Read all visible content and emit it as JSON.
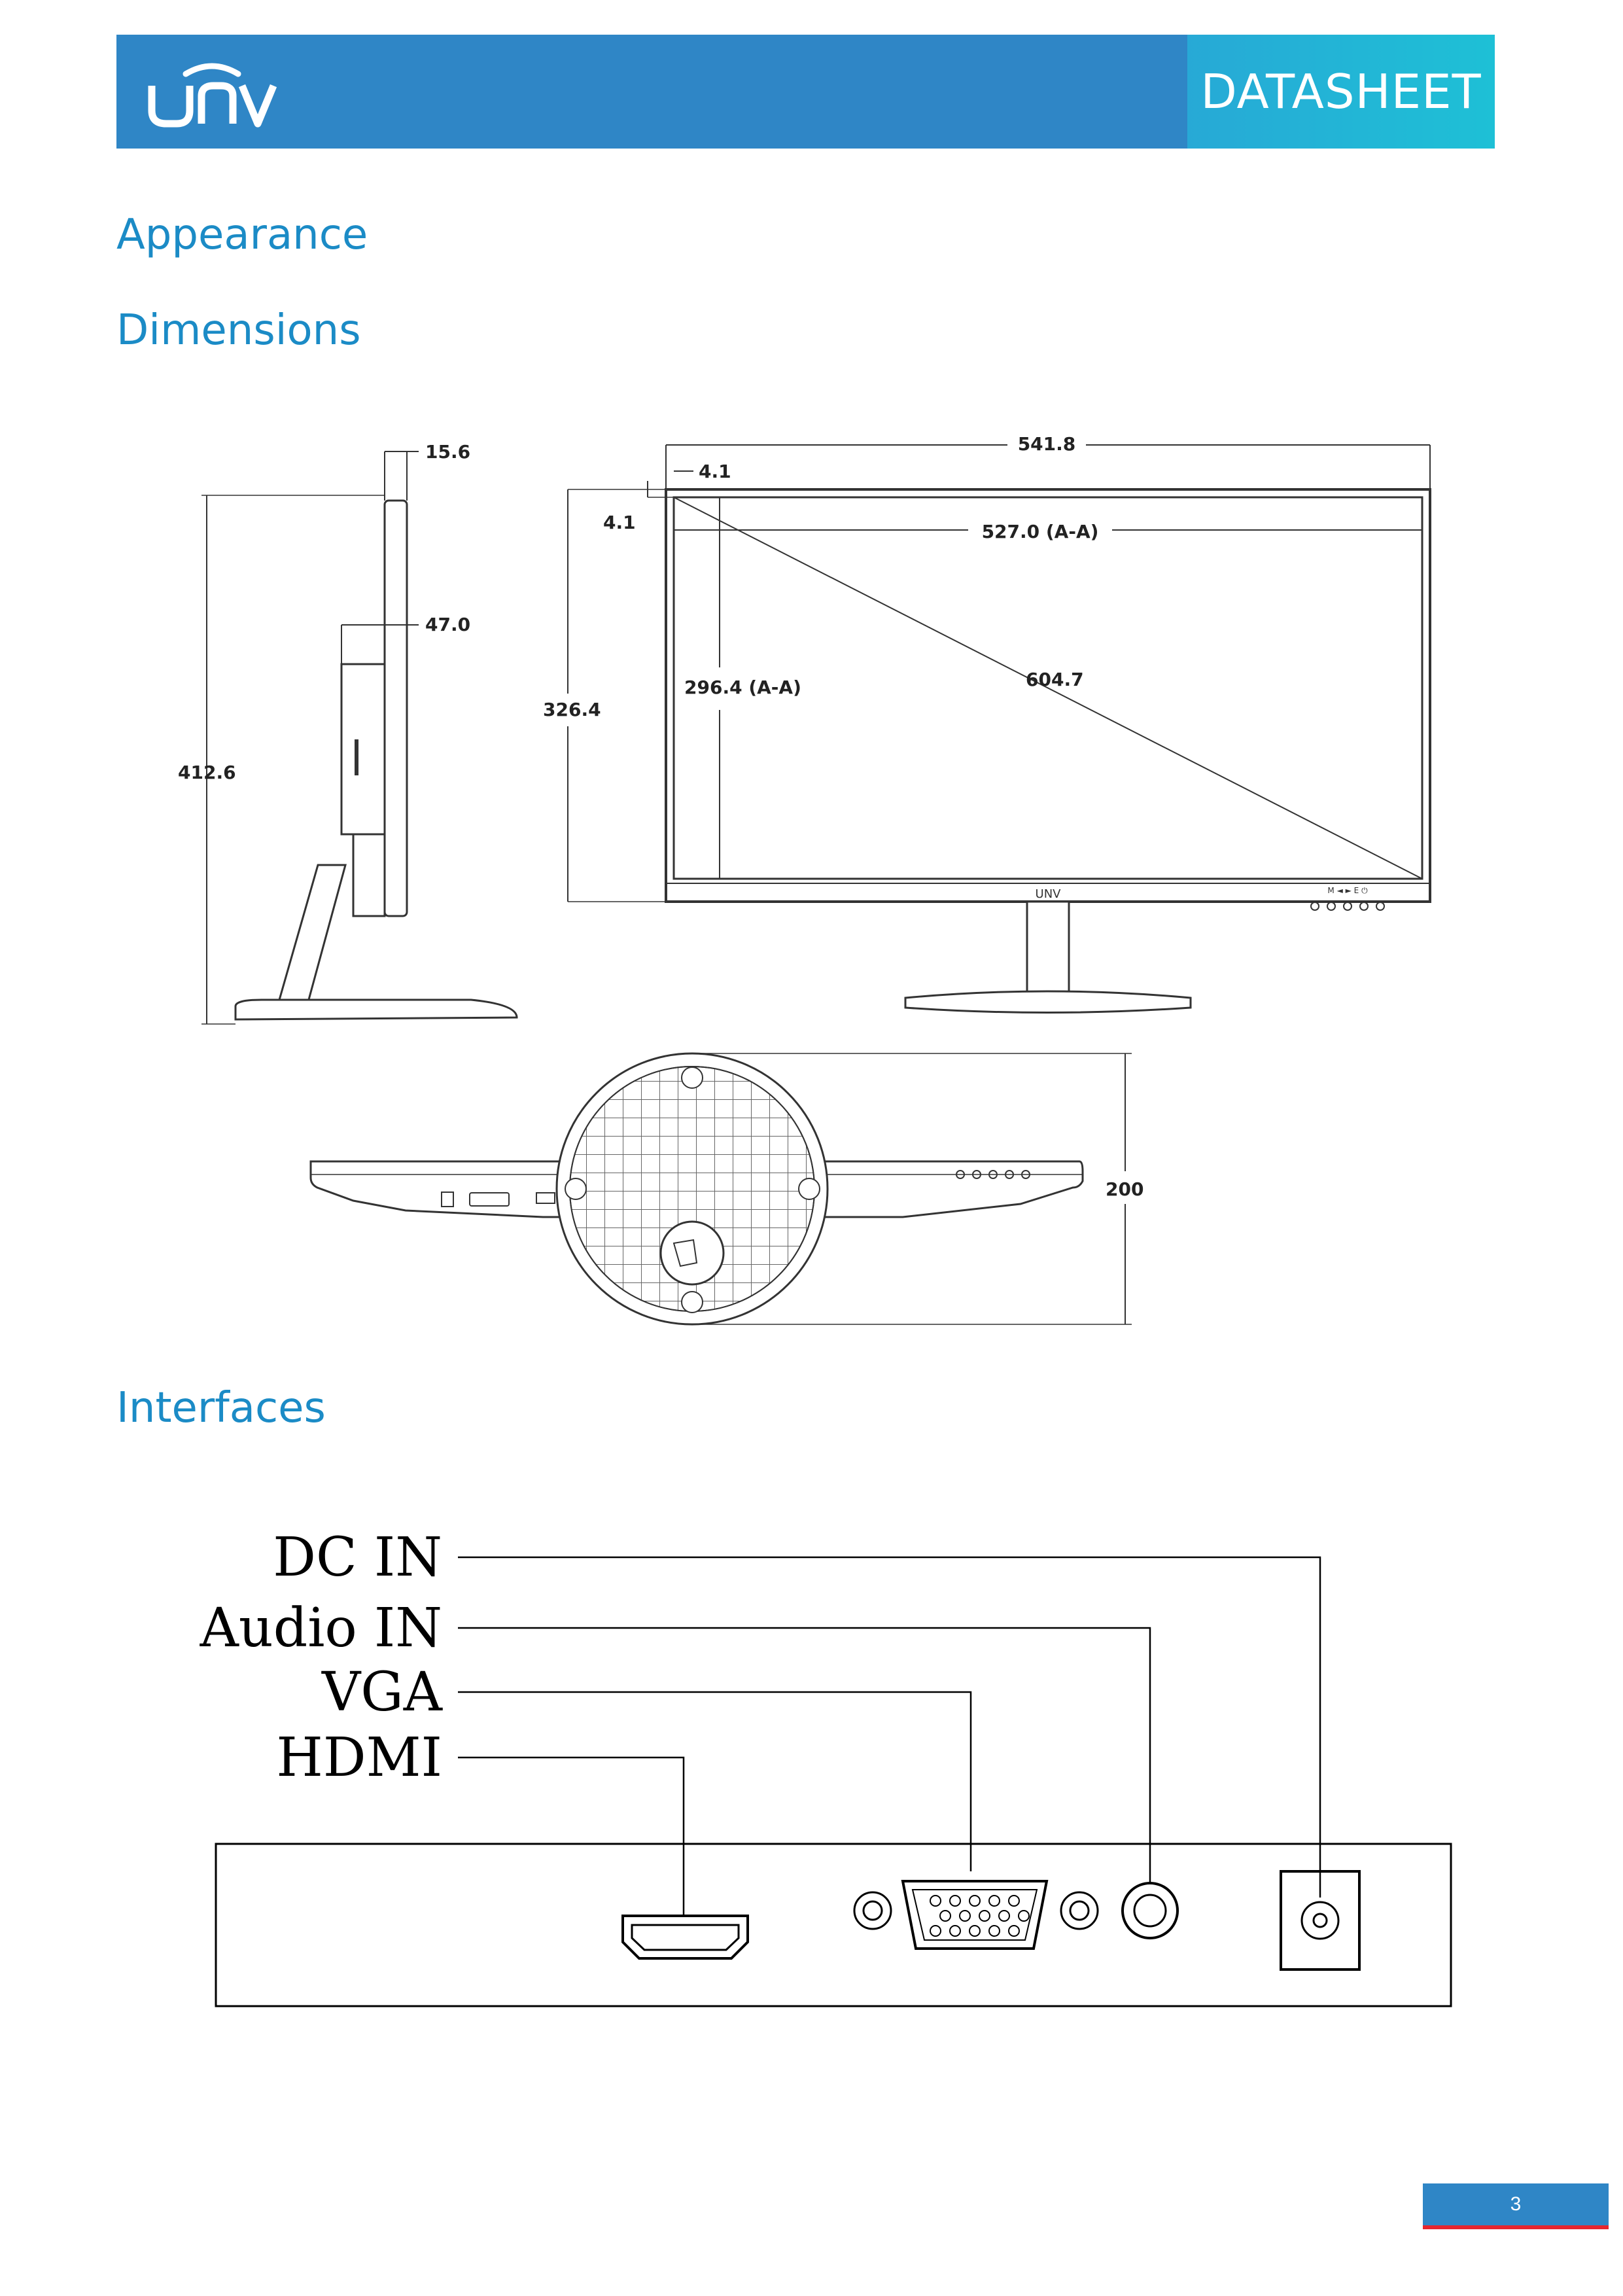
{
  "header": {
    "brand": "UNV",
    "doc_type": "DATASHEET"
  },
  "sections": {
    "appearance": "Appearance",
    "dimensions": "Dimensions",
    "interfaces": "Interfaces"
  },
  "dimensions": {
    "side_depth_top": "15.6",
    "side_depth_body": "47.0",
    "side_height": "412.6",
    "front_width": "541.8",
    "bezel_top": "4.1",
    "bezel_side": "4.1",
    "active_width": "527.0  (A-A)",
    "active_height": "296.4  (A-A)",
    "diagonal": "604.7",
    "panel_height": "326.4",
    "base_depth": "200",
    "front_logo": "UNV",
    "front_buttons": "M ◄ ► E ⏻"
  },
  "interfaces": {
    "labels": [
      "DC IN",
      "Audio IN",
      "VGA",
      "HDMI"
    ]
  },
  "footer": {
    "page_number": "3"
  },
  "colors": {
    "header_blue": "#2f86c6",
    "header_accent": "#1ec0d6",
    "title_blue": "#1b8bc6",
    "footer_red": "#e6262e"
  }
}
